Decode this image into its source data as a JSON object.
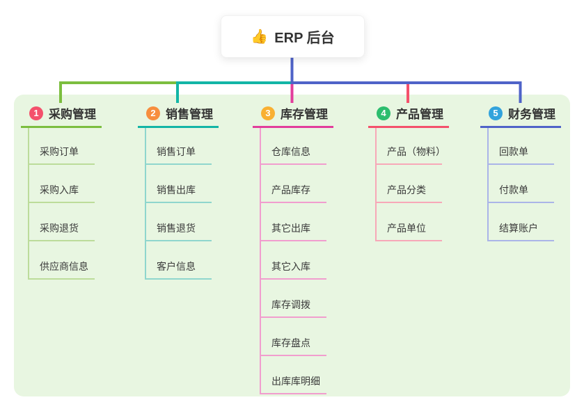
{
  "root": {
    "icon": "👍",
    "label": "ERP 后台"
  },
  "panel_color": "#e8f6e1",
  "branches": [
    {
      "num": "1",
      "label": "采购管理",
      "badge_color": "#f4516c",
      "line_color": "#7cbe3f",
      "light_color": "#bcdc9a",
      "children": [
        "采购订单",
        "采购入库",
        "采购退货",
        "供应商信息"
      ]
    },
    {
      "num": "2",
      "label": "销售管理",
      "badge_color": "#f78e3e",
      "line_color": "#13b5a6",
      "light_color": "#8fd6cd",
      "children": [
        "销售订单",
        "销售出库",
        "销售退货",
        "客户信息"
      ]
    },
    {
      "num": "3",
      "label": "库存管理",
      "badge_color": "#f9b032",
      "line_color": "#e23e9c",
      "light_color": "#f19dce",
      "children": [
        "仓库信息",
        "产品库存",
        "其它出库",
        "其它入库",
        "库存调拨",
        "库存盘点",
        "出库库明细"
      ]
    },
    {
      "num": "4",
      "label": "产品管理",
      "badge_color": "#2cbd6e",
      "line_color": "#f4516c",
      "light_color": "#f7a8b8",
      "children": [
        "产品（物料）",
        "产品分类",
        "产品单位"
      ]
    },
    {
      "num": "5",
      "label": "财务管理",
      "badge_color": "#32a3dc",
      "line_color": "#4f63c8",
      "light_color": "#aab4e8",
      "children": [
        "回款单",
        "付款单",
        "结算账户"
      ]
    }
  ]
}
